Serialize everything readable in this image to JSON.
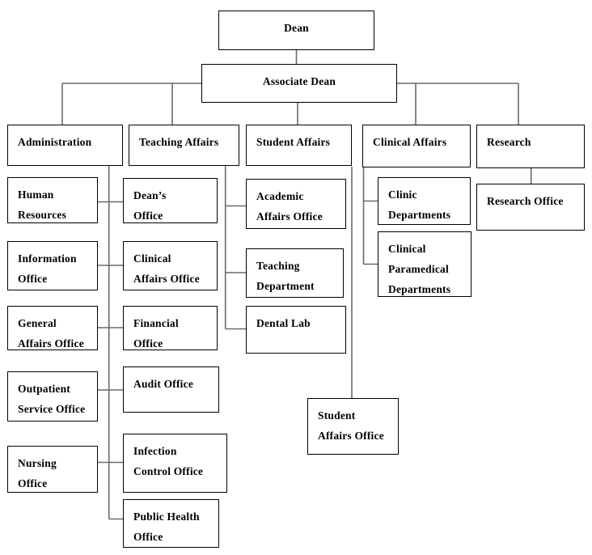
{
  "diagram": {
    "type": "org-chart",
    "background_color": "#ffffff",
    "box_border_color": "#000000",
    "connector_color": "#6a6a6a",
    "nodes": {
      "dean": {
        "label": "Dean"
      },
      "associate_dean": {
        "label": "Associate Dean"
      },
      "administration": {
        "label": "Administration"
      },
      "teaching_affairs": {
        "label": "Teaching Affairs"
      },
      "student_affairs": {
        "label": "Student Affairs"
      },
      "clinical_affairs": {
        "label": "Clinical Affairs"
      },
      "research": {
        "label": "Research"
      },
      "human_resources": {
        "label": "Human\nResources"
      },
      "information_office": {
        "label": "Information\nOffice"
      },
      "general_affairs_office": {
        "label": "General\nAffairs Office"
      },
      "outpatient_service_office": {
        "label": "Outpatient\nService Office"
      },
      "nursing_office": {
        "label": "Nursing\nOffice"
      },
      "deans_office": {
        "label": "Dean’s\nOffice"
      },
      "clinical_affairs_office": {
        "label": "Clinical\nAffairs Office"
      },
      "financial_office": {
        "label": "Financial\nOffice"
      },
      "audit_office": {
        "label": "Audit Office"
      },
      "infection_control_office": {
        "label": "Infection\nControl Office"
      },
      "public_health_office": {
        "label": "Public Health\nOffice"
      },
      "academic_affairs_office": {
        "label": "Academic\nAffairs Office"
      },
      "teaching_department": {
        "label": "Teaching\nDepartment"
      },
      "dental_lab": {
        "label": "Dental Lab"
      },
      "student_affairs_office": {
        "label": "Student\nAffairs Office"
      },
      "clinic_departments": {
        "label": "Clinic\nDepartments"
      },
      "clinical_paramedical_departments": {
        "label": "Clinical\nParamedical\nDepartments"
      },
      "research_office": {
        "label": "Research Office"
      }
    },
    "hierarchy": {
      "Dean": [
        "Associate Dean"
      ],
      "Associate Dean": [
        "Administration",
        "Teaching Affairs",
        "Student Affairs",
        "Clinical Affairs",
        "Research"
      ],
      "Administration": [
        "Human Resources",
        "Information Office",
        "General Affairs Office",
        "Outpatient Service Office",
        "Nursing Office"
      ],
      "Teaching Affairs": [
        "Dean’s Office",
        "Clinical Affairs Office",
        "Financial Office",
        "Audit Office",
        "Infection Control Office",
        "Public Health Office"
      ],
      "Student Affairs": [
        "Academic Affairs Office",
        "Teaching Department",
        "Dental Lab",
        "Student Affairs Office"
      ],
      "Clinical Affairs": [
        "Clinic Departments",
        "Clinical Paramedical Departments"
      ],
      "Research": [
        "Research Office"
      ]
    }
  }
}
